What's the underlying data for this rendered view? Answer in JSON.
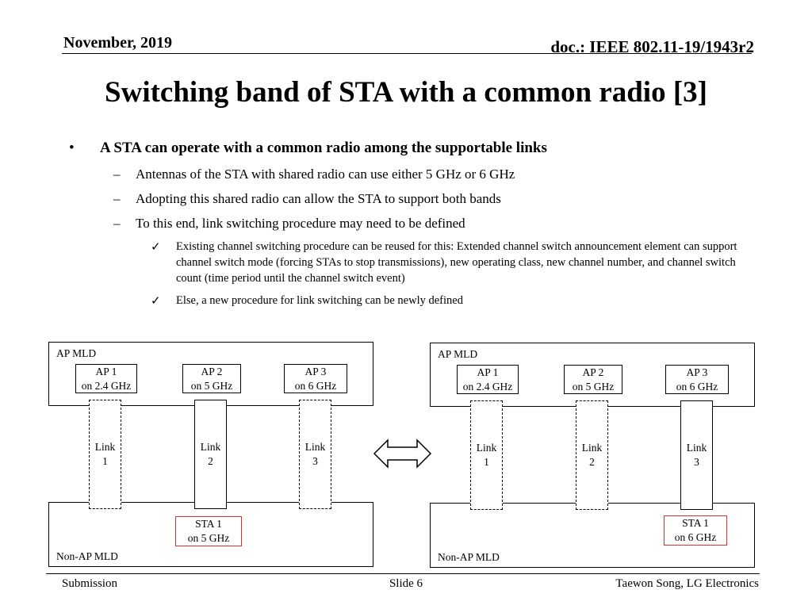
{
  "header": {
    "date": "November, 2019",
    "doc_id": "doc.: IEEE 802.11-19/1943r2"
  },
  "title": "Switching band of STA with a common radio [3]",
  "bullets": {
    "main": "A STA can operate with a common radio among the supportable links",
    "subs": [
      "Antennas of the STA with shared radio can use either 5 GHz or 6 GHz",
      "Adopting this shared radio can allow the STA to support both bands",
      "To this end, link switching procedure may need to be defined"
    ],
    "checks": [
      "Existing channel switching procedure can be reused for this: Extended channel switch announcement element can support channel switch mode (forcing STAs to stop transmissions), new operating class, new channel number, and channel switch count (time period until the channel switch event)",
      "Else, a new procedure for link switching can be newly defined"
    ]
  },
  "diagram": {
    "left": {
      "ap_mld_label": "AP MLD",
      "non_ap_mld_label": "Non-AP MLD",
      "aps": [
        {
          "name": "AP 1",
          "band": "on 2.4 GHz"
        },
        {
          "name": "AP 2",
          "band": "on 5 GHz"
        },
        {
          "name": "AP 3",
          "band": "on 6 GHz"
        }
      ],
      "links": [
        {
          "label": "Link",
          "num": "1",
          "active": false
        },
        {
          "label": "Link",
          "num": "2",
          "active": true
        },
        {
          "label": "Link",
          "num": "3",
          "active": false
        }
      ],
      "sta": {
        "name": "STA 1",
        "band": "on 5 GHz"
      }
    },
    "right": {
      "ap_mld_label": "AP MLD",
      "non_ap_mld_label": "Non-AP MLD",
      "aps": [
        {
          "name": "AP 1",
          "band": "on 2.4 GHz"
        },
        {
          "name": "AP 2",
          "band": "on 5 GHz"
        },
        {
          "name": "AP 3",
          "band": "on 6 GHz"
        }
      ],
      "links": [
        {
          "label": "Link",
          "num": "1",
          "active": false
        },
        {
          "label": "Link",
          "num": "2",
          "active": false
        },
        {
          "label": "Link",
          "num": "3",
          "active": true
        }
      ],
      "sta": {
        "name": "STA 1",
        "band": "on 6 GHz"
      }
    },
    "sta_border_color": "#e0302e"
  },
  "footer": {
    "left": "Submission",
    "center": "Slide 6",
    "right": "Taewon Song, LG Electronics"
  }
}
